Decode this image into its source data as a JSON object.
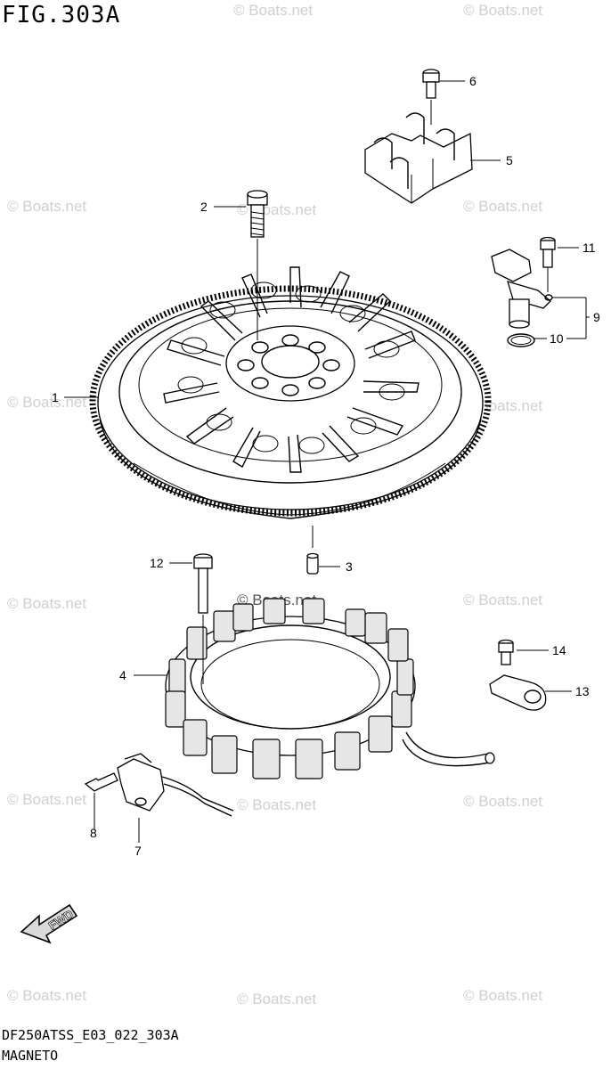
{
  "figure_title": "FIG.303A",
  "diagram_code": "DF250ATSS_E03_022_303A",
  "diagram_name": "MAGNETO",
  "watermark_text": "© Boats.net",
  "fwd_label": "FWD",
  "callouts": {
    "c1": "1",
    "c2": "2",
    "c3": "3",
    "c4": "4",
    "c5": "5",
    "c6": "6",
    "c7": "7",
    "c8": "8",
    "c9": "9",
    "c10": "10",
    "c11": "11",
    "c12": "12",
    "c13": "13",
    "c14": "14"
  }
}
